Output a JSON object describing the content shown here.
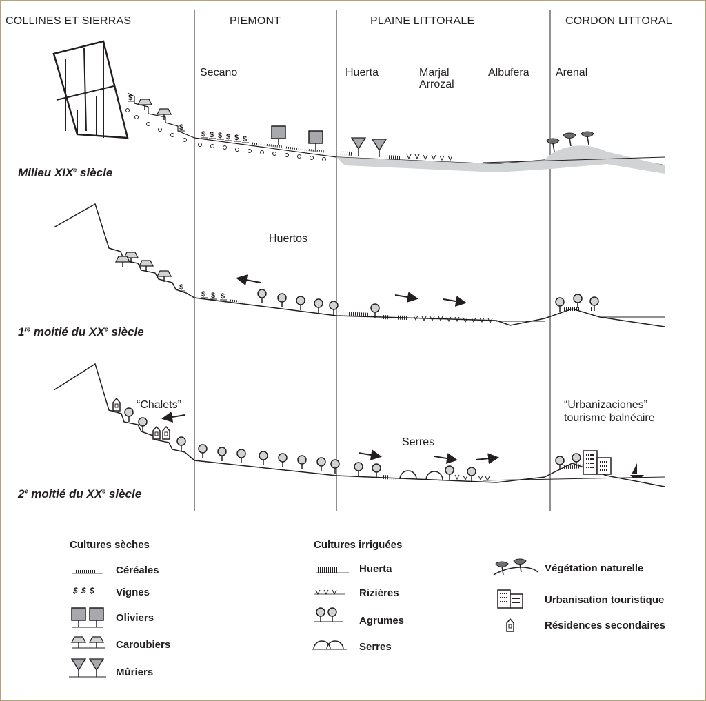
{
  "zones": [
    "COLLINES  ET SIERRAS",
    "PIEMONT",
    "PLAINE  LITTORALE",
    "CORDON LITTORAL"
  ],
  "places": {
    "secano": "Secano",
    "huerta": "Huerta",
    "marjal": "Marjal",
    "arrozal": "Arrozal",
    "albufera": "Albufera",
    "arenal": "Arenal"
  },
  "eras": {
    "e1": {
      "base": "Milieu XIX",
      "sup": "e",
      "rest": " siècle"
    },
    "e2": {
      "base": "1",
      "sup": "re",
      "rest": " moitié du XX",
      "sup2": "e",
      "rest2": " siècle"
    },
    "e3": {
      "base": "2",
      "sup": "e",
      "rest": " moitié du XX",
      "sup2": "e",
      "rest2": " siècle"
    }
  },
  "annotations": {
    "huertos": "Huertos",
    "chalets": "“Chalets”",
    "serres": "Serres",
    "urbanizaciones": "“Urbanizaciones”",
    "tourisme": "tourisme balnéaire"
  },
  "legend": {
    "dry": {
      "title": "Cultures sèches",
      "items": [
        "Céréales",
        "Vignes",
        "Oliviers",
        "Caroubiers",
        "Mûriers"
      ],
      "vine_symbol": "$ $ $"
    },
    "irrigated": {
      "title": "Cultures irriguées",
      "items": [
        "Huerta",
        "Rizières",
        "Agrumes",
        "Serres"
      ]
    },
    "other": {
      "items": [
        "Végétation naturelle",
        "Urbanisation touristique",
        "Résidences secondaires"
      ]
    }
  },
  "colors": {
    "frame": "#b5a27a",
    "ink": "#231f20",
    "grey_fill": "#a7a9ac",
    "light_fill": "#d1d3d4"
  },
  "icons": [
    "vine-symbol",
    "olive-tree-icon",
    "carob-tree-icon",
    "mulberry-tree-icon",
    "citrus-tree-icon",
    "greenhouse-icon",
    "rice-field-icon",
    "natural-vegetation-icon",
    "tourist-building-icon",
    "secondary-residence-icon",
    "sailboat-icon",
    "arrow-icon"
  ]
}
